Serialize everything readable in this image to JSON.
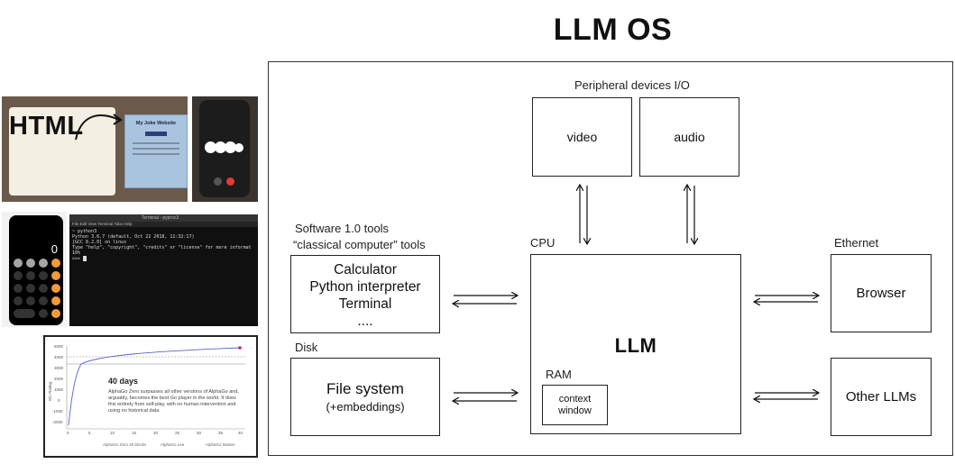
{
  "title": "LLM OS",
  "peripheral_label": "Peripheral devices I/O",
  "video": "video",
  "audio": "audio",
  "software_label_1": "Software 1.0 tools",
  "software_label_2": "“classical computer” tools",
  "tools": [
    "Calculator",
    "Python interpreter",
    "Terminal",
    "...."
  ],
  "cpu_label": "CPU",
  "llm": "LLM",
  "ram_label": "RAM",
  "context_window": "context\nwindow",
  "ethernet_label": "Ethernet",
  "browser": "Browser",
  "other_llms": "Other LLMs",
  "disk_label": "Disk",
  "file_system": "File system",
  "embeddings": "(+embeddings)",
  "thumbs": {
    "html_word": "HTML",
    "website_title": "My Joke Website",
    "calculator_display": "0",
    "terminal_title": "Terminal - pyproc3",
    "terminal_menu": "File  Edit  View  Terminal  Tabs  Help",
    "terminal_text": "~ python3\nPython 3.6.7 (default, Oct 22 2018, 11:32:17)\n[GCC 8.2.0] on linux\nType \"help\", \"copyright\", \"credits\" or \"license\" for more informat\n10%\n>>> ",
    "chart_heading": "40 days",
    "chart_note": "AlphaGo Zero surpasses all other versions of AlphaGo and, arguably, becomes the best Go player in the world. It does this entirely from self-play, with no human intervention and using no historical data.",
    "chart_ylabel": "Elo Rating",
    "chart_yticks": [
      "5000",
      "4000",
      "3000",
      "2000",
      "1000",
      "0",
      "-1000",
      "-2000"
    ],
    "chart_xticks": [
      "0",
      "5",
      "10",
      "15",
      "20",
      "25",
      "30",
      "35",
      "40"
    ],
    "chart_legend": [
      "AlphaGo Zero 40 blocks",
      "AlphaGo Lee",
      "AlphaGo Master"
    ]
  },
  "colors": {
    "frame": "#333333",
    "arrow": "#111111"
  }
}
